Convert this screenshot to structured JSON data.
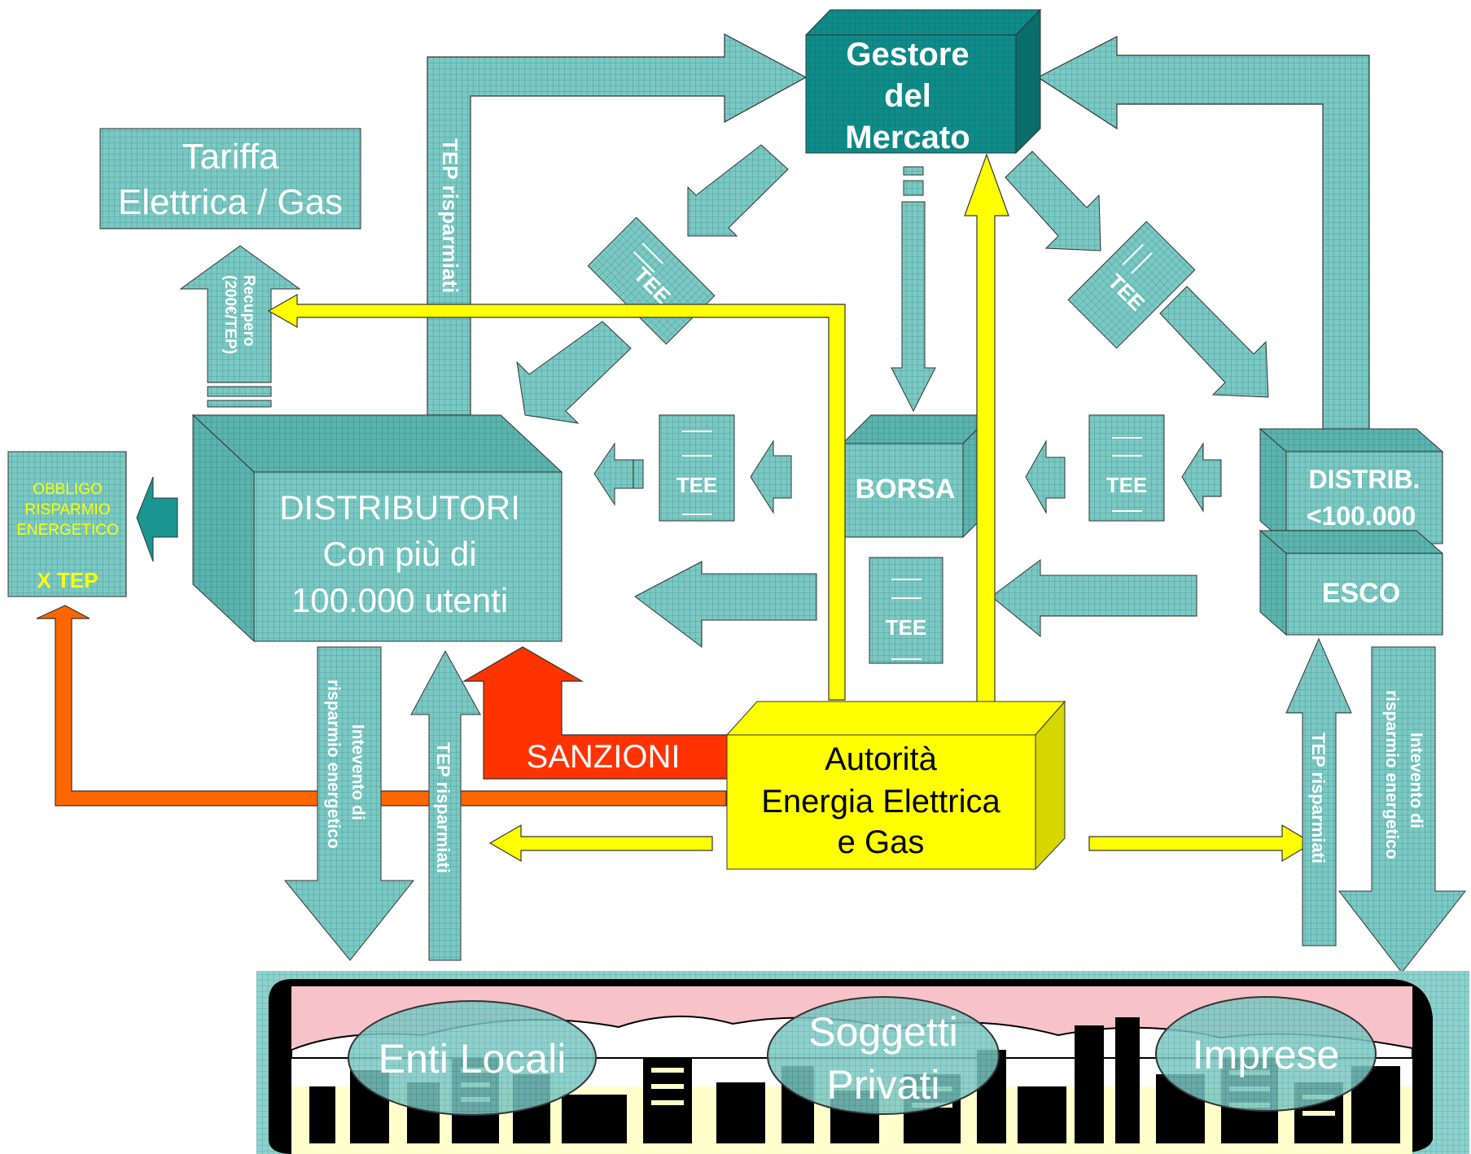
{
  "colors": {
    "teal": "#7cc8c3",
    "teal_dark": "#0f8c8a",
    "teal_side": "#4aa7a3",
    "yellow": "#ffff00",
    "orange": "#ff6600",
    "red": "#ff3300",
    "pink": "#f7c3c8"
  },
  "nodes": {
    "gestore": [
      "Gestore",
      "del",
      "Mercato"
    ],
    "tariffa": [
      "Tariffa",
      "Elettrica / Gas"
    ],
    "distributori": [
      "DISTRIBUTORI",
      "Con più di",
      "100.000 utenti"
    ],
    "obbligo": [
      "OBBLIGO",
      "RISPARMIO",
      "ENERGETICO"
    ],
    "obbligo_tep": "X  TEP",
    "borsa": "BORSA",
    "distrib_small": [
      "DISTRIB.",
      "<100.000"
    ],
    "esco": "ESCO",
    "autorita": [
      "Autorità",
      "Energia Elettrica",
      "e Gas"
    ]
  },
  "labels": {
    "tee": "TEE",
    "tep_risparmiati": "TEP risparmiati",
    "recupero": [
      "Recupero",
      "(200€/TEP)"
    ],
    "intervento": [
      "Intevento di",
      "risparmio energetico"
    ],
    "sanzioni": "SANZIONI"
  },
  "bottom": {
    "enti": "Enti Locali",
    "soggetti": [
      "Soggetti",
      "Privati"
    ],
    "imprese": "Imprese"
  }
}
